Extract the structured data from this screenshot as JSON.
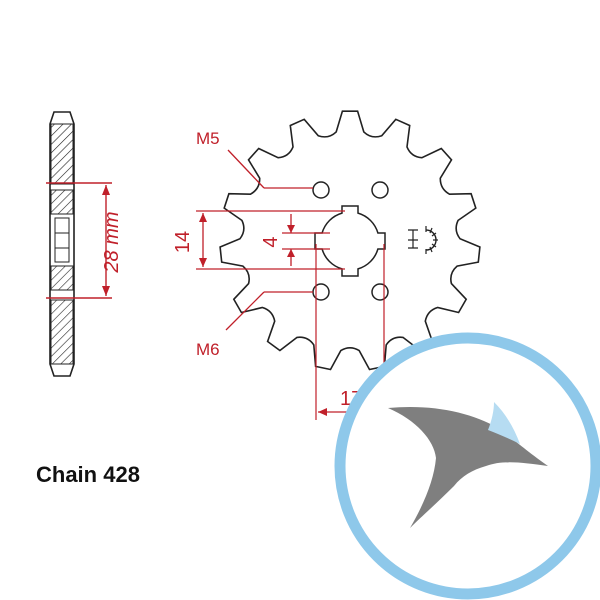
{
  "chain_label": "Chain 428",
  "labels": {
    "thread_top": "M5",
    "thread_bottom": "M6",
    "width": "28 mm",
    "spline_outer": "14",
    "spline_tooth": "4",
    "spline_inner": "17"
  },
  "sprocket": {
    "teeth": 15
  },
  "colors": {
    "dimension": "#c0202a",
    "outline": "#222222",
    "logo_circle": "#8ec8ea",
    "logo_wing": "#7f7f7f",
    "logo_tip": "#b6dcf2"
  },
  "icons": {
    "manufacturer_mark": "sprocket-brand-icon",
    "watermark": "bird-wing-logo-icon"
  }
}
